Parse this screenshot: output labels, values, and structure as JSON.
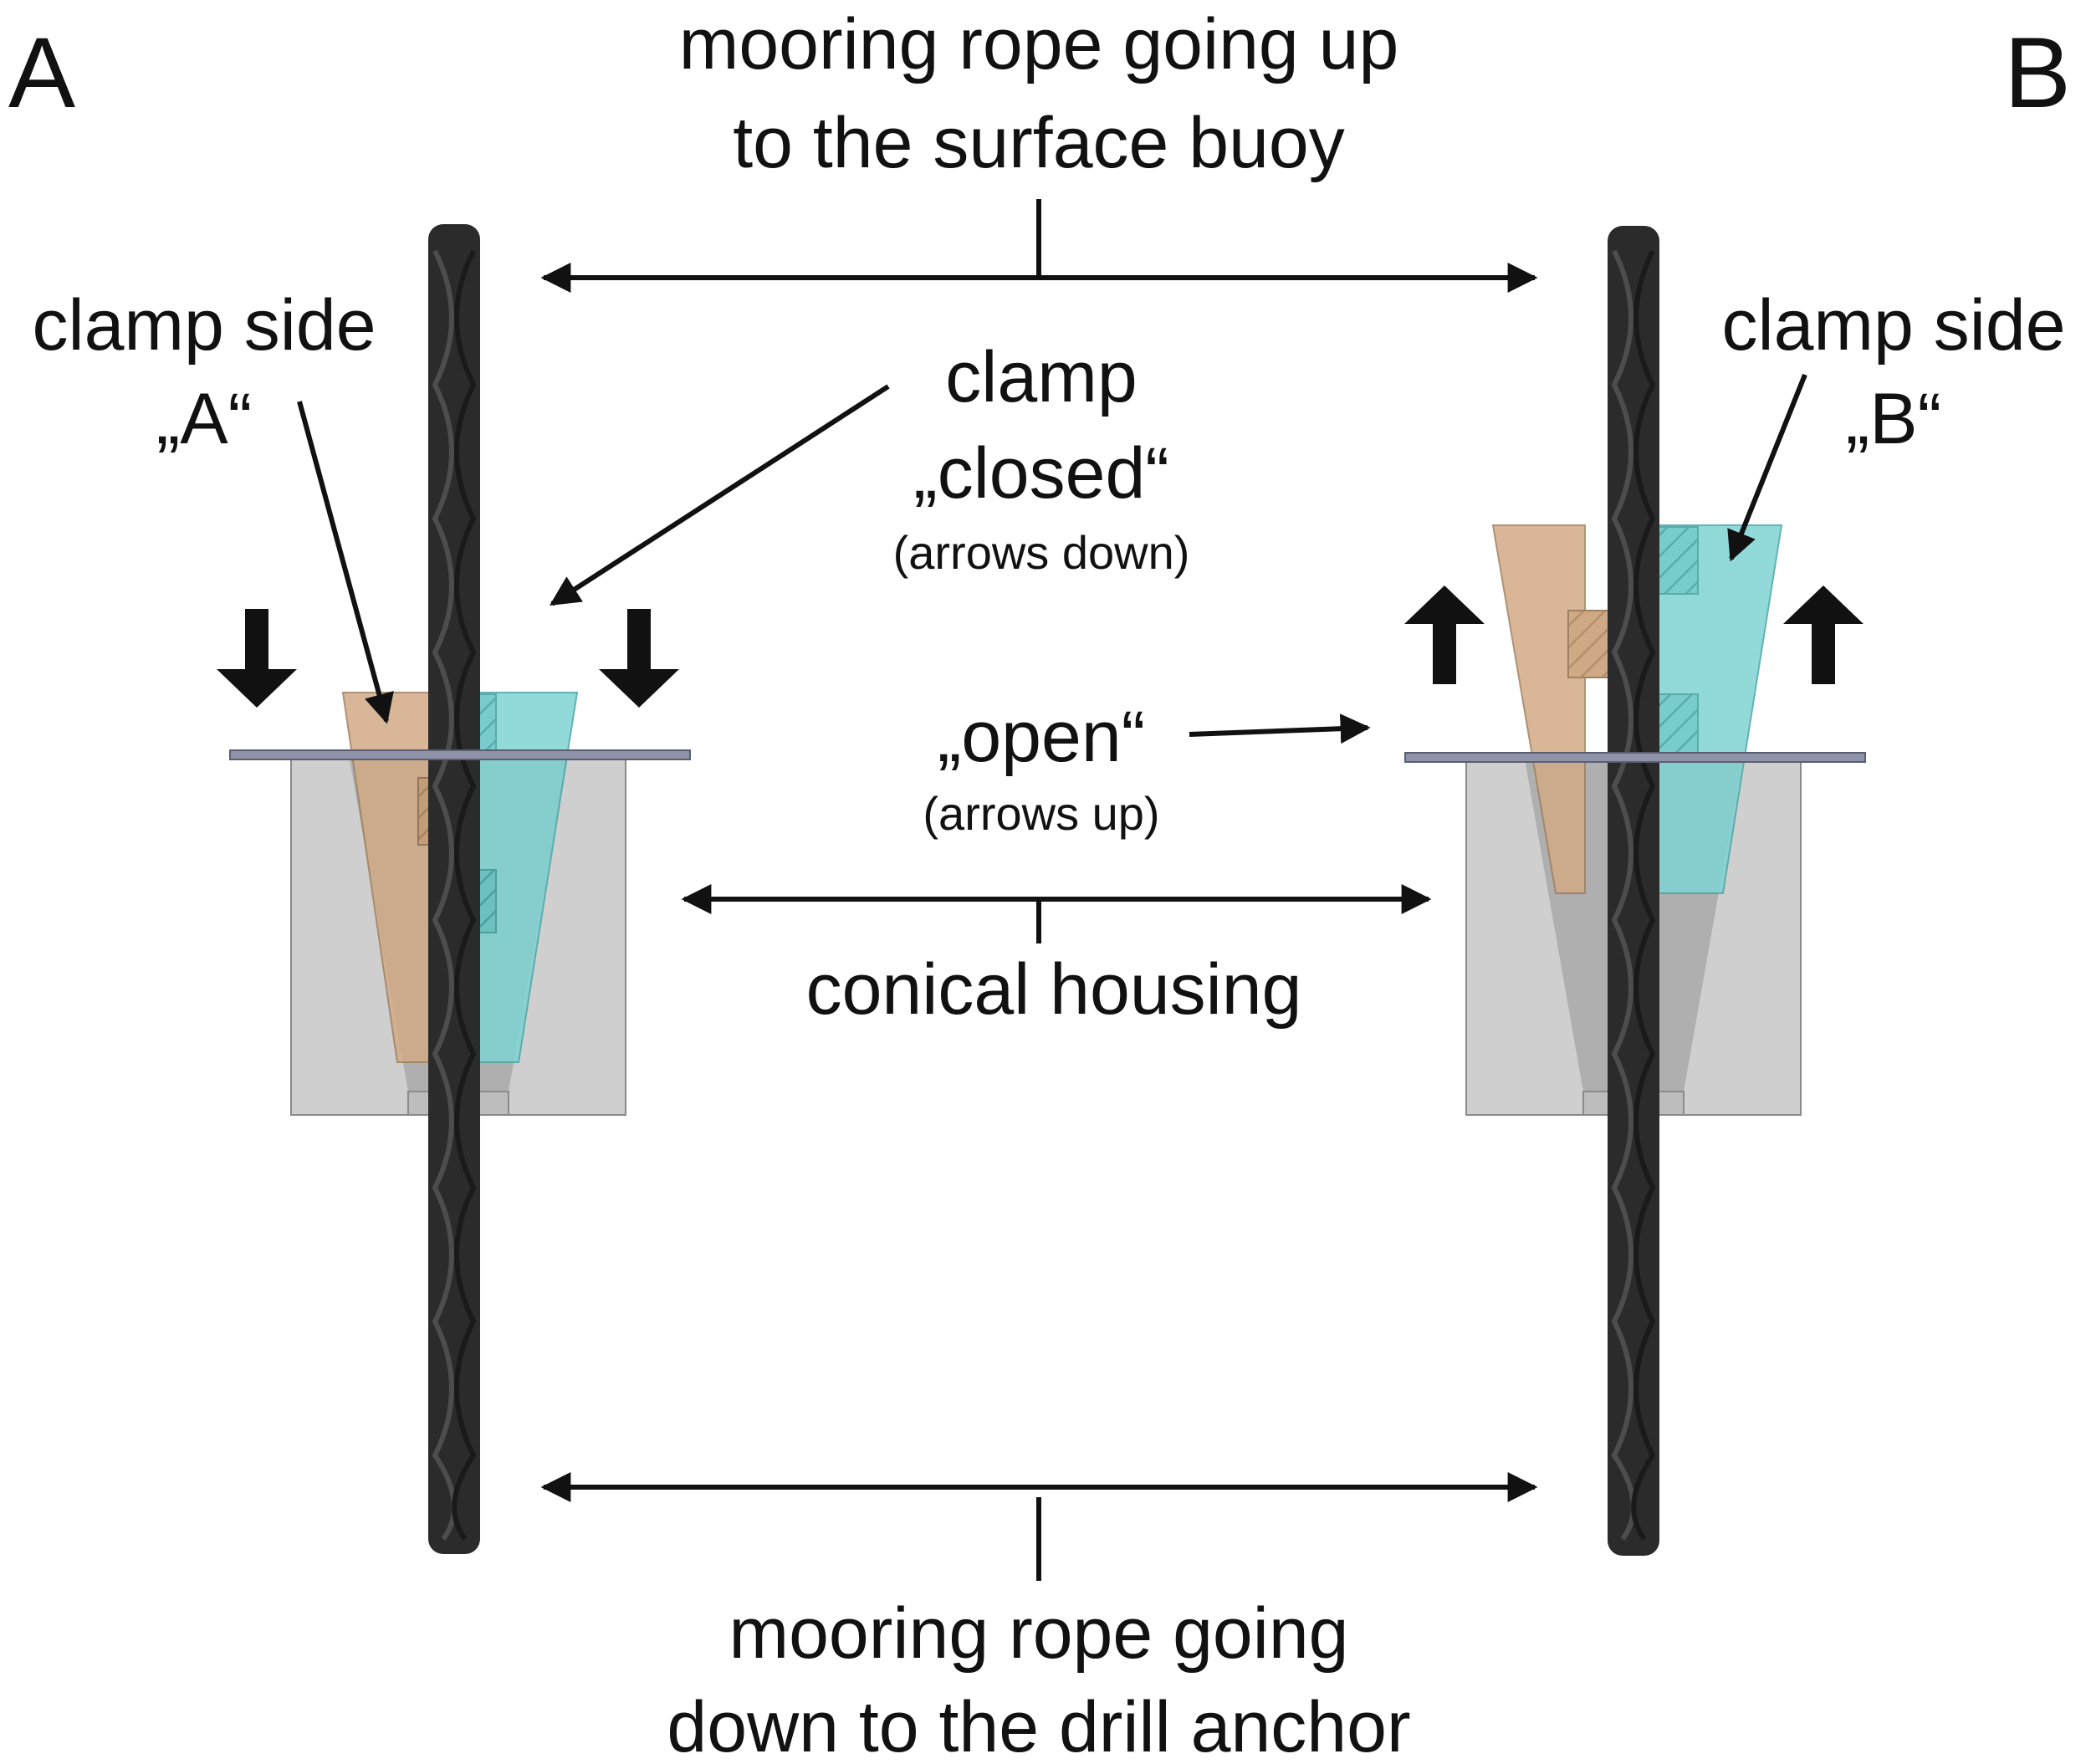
{
  "panels": {
    "a": "A",
    "b": "B"
  },
  "labels": {
    "rope_up_line1": "mooring rope going up",
    "rope_up_line2": "to the surface buoy",
    "clamp_side_a_line1": "clamp side",
    "clamp_side_a_line2": "„A“",
    "clamp_side_b_line1": "clamp side",
    "clamp_side_b_line2": "„B“",
    "clamp": "clamp",
    "closed": "„closed“",
    "arrows_down": "(arrows down)",
    "open": "„open“",
    "arrows_up": "(arrows up)",
    "conical_housing": "conical housing",
    "rope_down_line1": "mooring rope going",
    "rope_down_line2": "down to the drill anchor"
  },
  "colors": {
    "rope": "#2b2b2b",
    "rope_highlight": "#4a4a4a",
    "housing": "#c9c9c9",
    "housing_edge": "#8a8a8a",
    "cone": "#9d9d9d",
    "plate": "#8f93a8",
    "clamp_a": "#d2aa86",
    "clamp_b": "#7fd3d3",
    "arrow": "#111111"
  },
  "icons": {
    "arrow_down": "arrow-down-icon",
    "arrow_up": "arrow-up-icon"
  }
}
